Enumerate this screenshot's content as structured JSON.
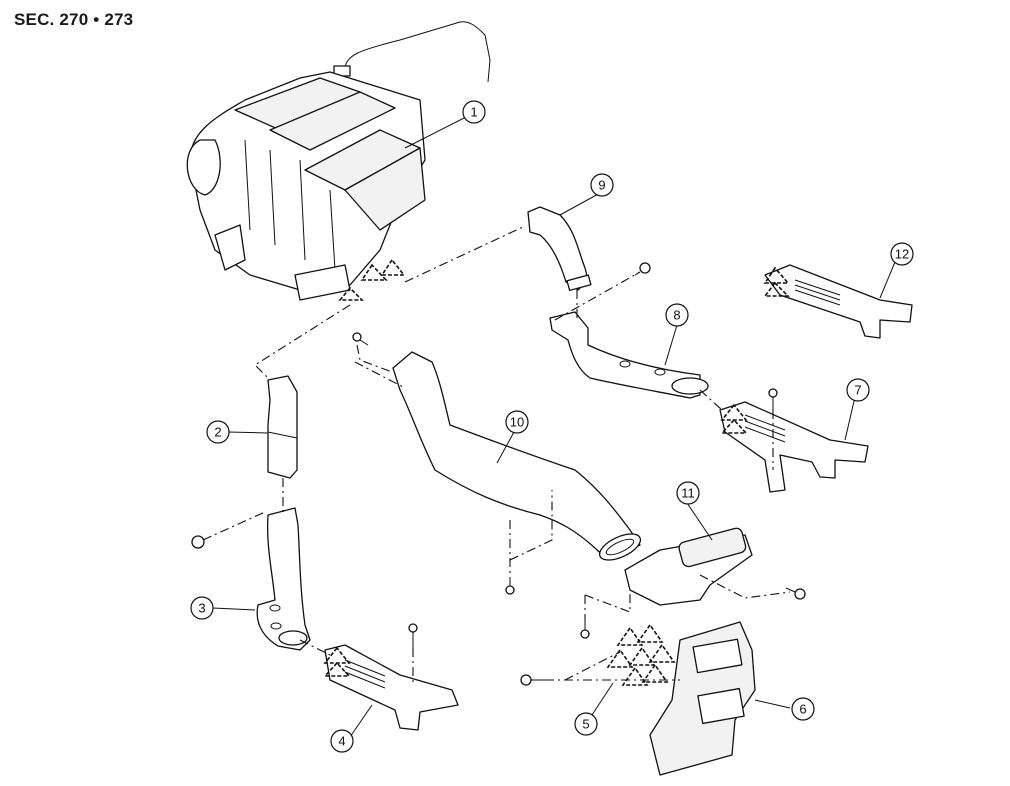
{
  "header": {
    "section_label": "SEC. 270 • 273"
  },
  "callouts": [
    {
      "id": "1",
      "label": "1",
      "part": "heater-and-cooling-unit-assembly"
    },
    {
      "id": "2",
      "label": "2",
      "part": "floor-duct-connector-left"
    },
    {
      "id": "3",
      "label": "3",
      "part": "floor-duct-left"
    },
    {
      "id": "4",
      "label": "4",
      "part": "rear-floor-duct-left"
    },
    {
      "id": "5",
      "label": "5",
      "part": "clips"
    },
    {
      "id": "6",
      "label": "6",
      "part": "rear-ventilator-grille-cover"
    },
    {
      "id": "7",
      "label": "7",
      "part": "rear-floor-duct-right"
    },
    {
      "id": "8",
      "label": "8",
      "part": "floor-duct-right"
    },
    {
      "id": "9",
      "label": "9",
      "part": "floor-duct-connector-right"
    },
    {
      "id": "10",
      "label": "10",
      "part": "center-ventilator-duct"
    },
    {
      "id": "11",
      "label": "11",
      "part": "rear-ventilator-duct"
    },
    {
      "id": "12",
      "label": "12",
      "part": "rear-floor-duct-extension"
    }
  ]
}
